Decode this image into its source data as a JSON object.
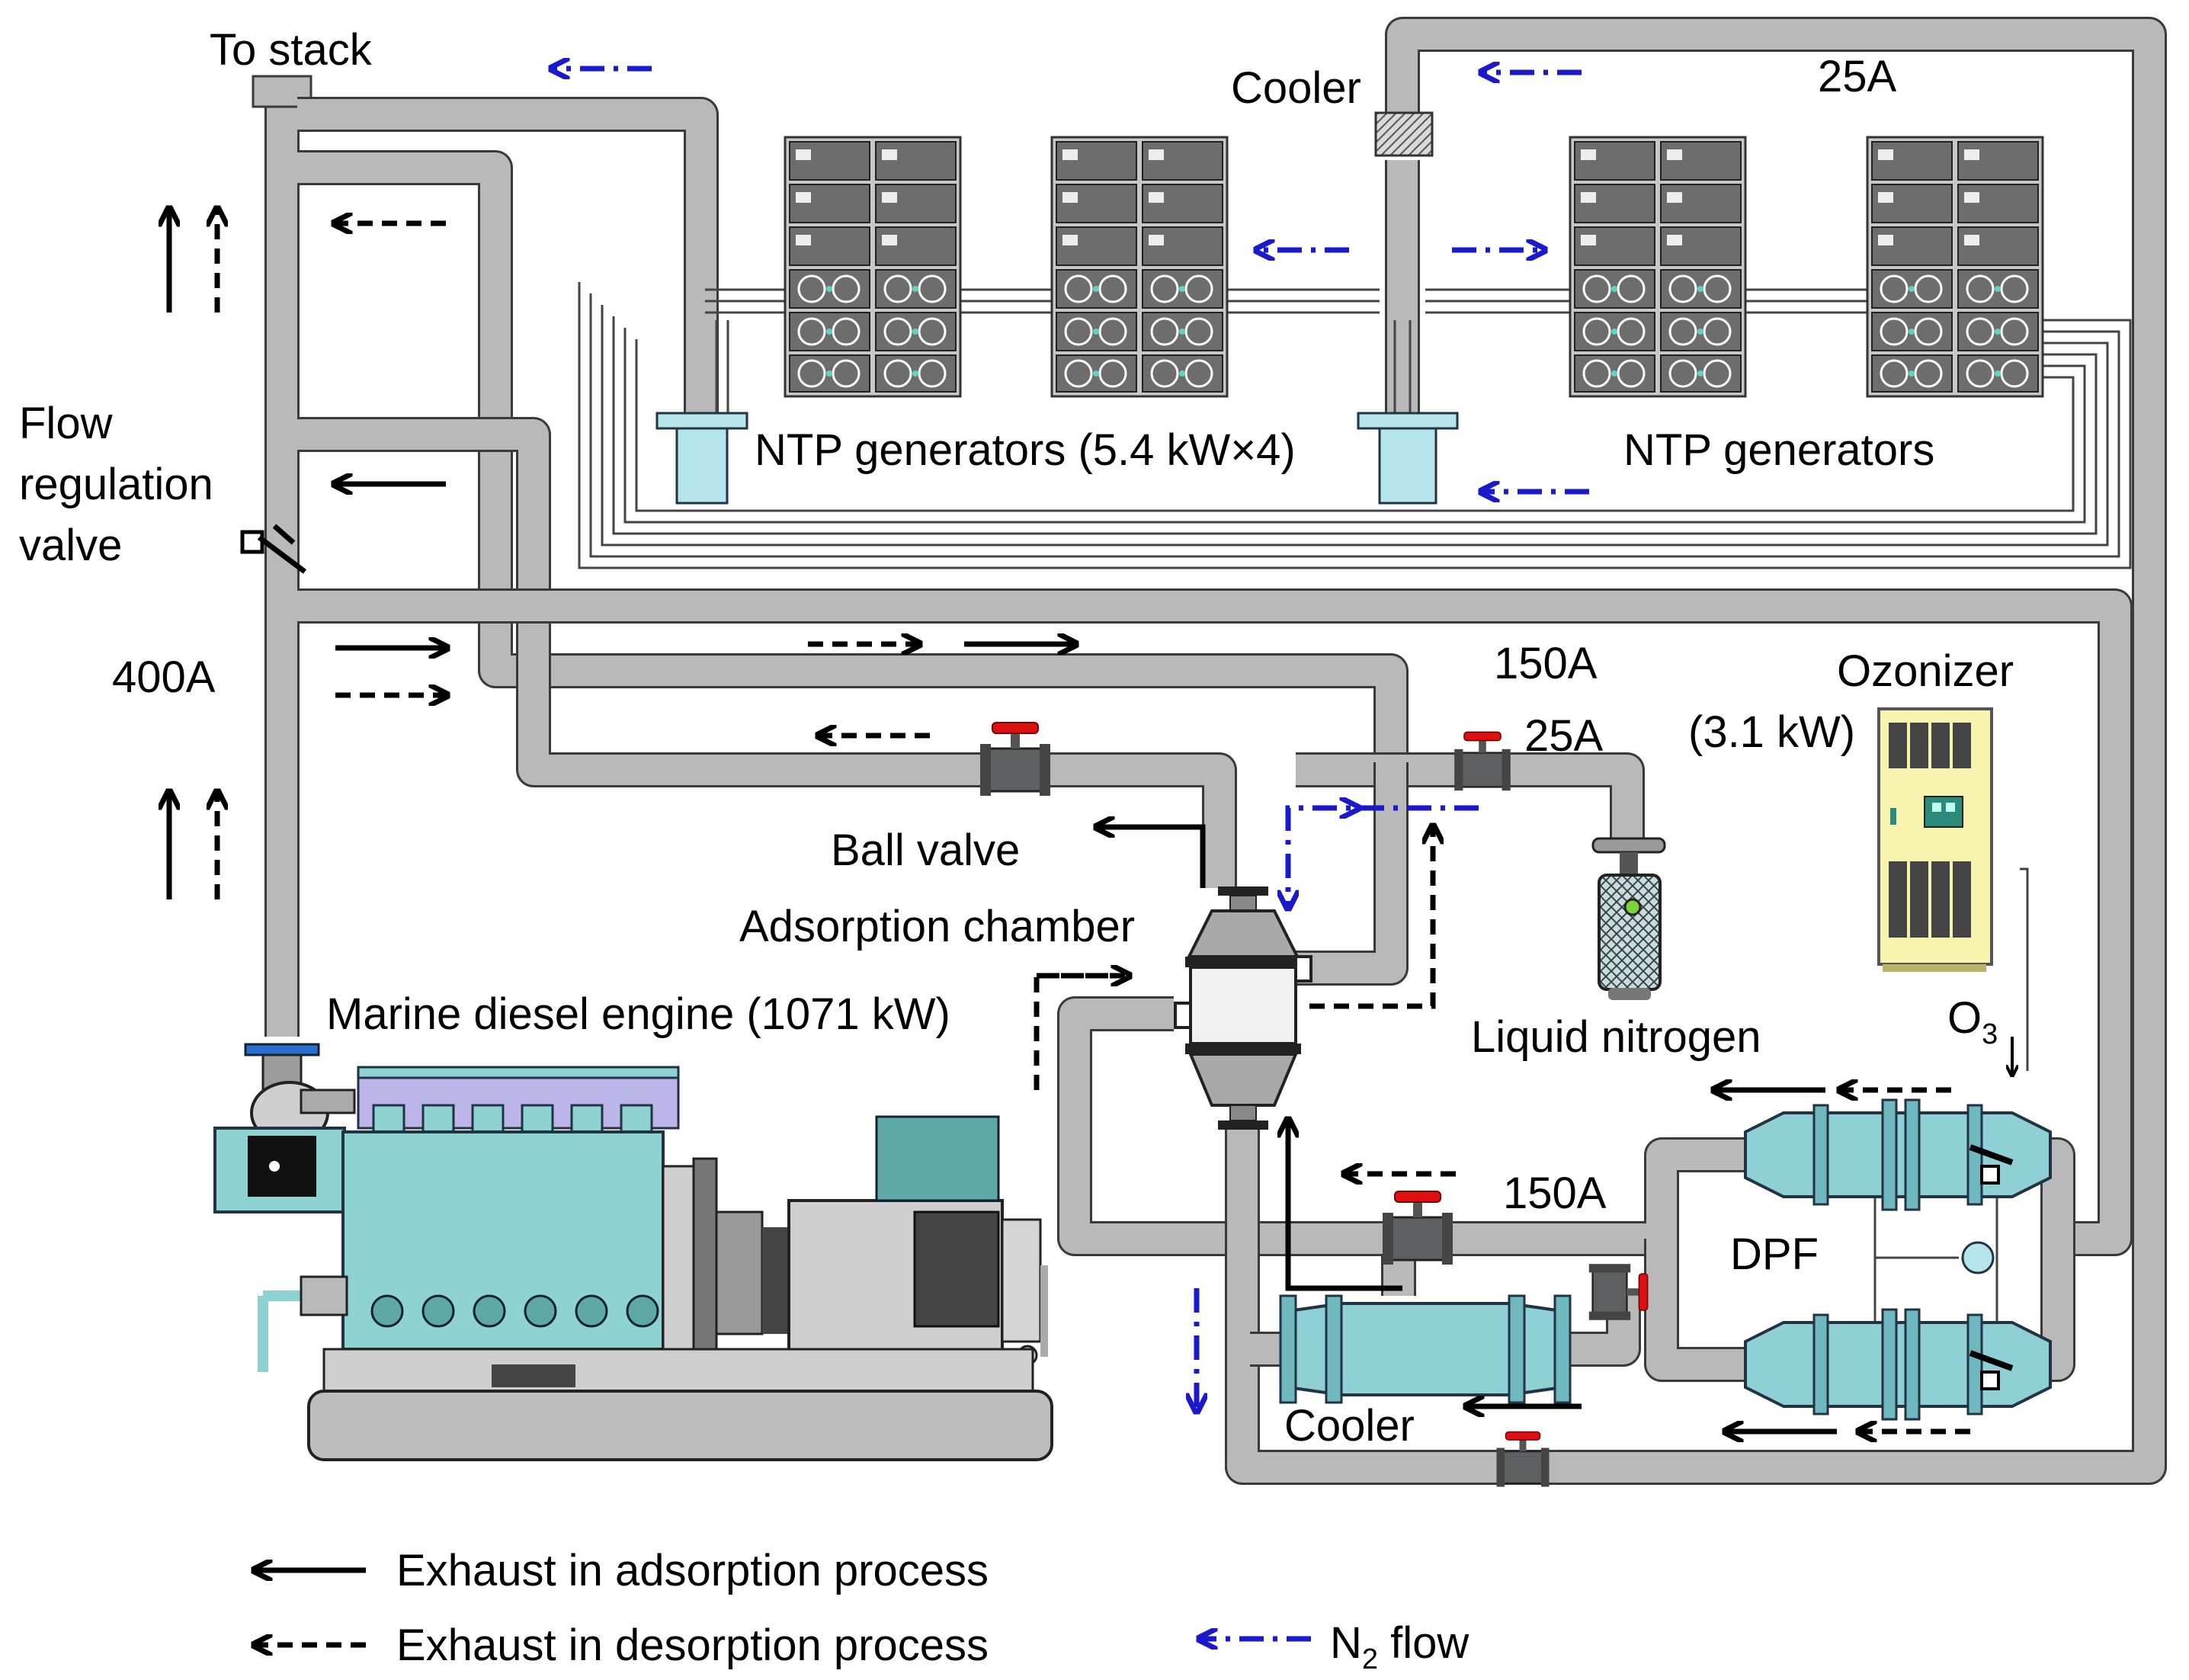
{
  "labels": {
    "to_stack": "To stack",
    "cooler_top": "Cooler",
    "pipe_25a_top": "25A",
    "flow_valve_line1": "Flow",
    "flow_valve_line2": "regulation",
    "flow_valve_line3": "valve",
    "pipe_400a": "400A",
    "ntp_left": "NTP generators (5.4 kW×4)",
    "ntp_right": "NTP generators",
    "pipe_150a_top": "150A",
    "pipe_25a_mid": "25A",
    "ozonizer": "Ozonizer",
    "ozonizer_power": "(3.1 kW)",
    "ball_valve": "Ball valve",
    "adsorption_chamber": "Adsorption chamber",
    "engine": "Marine diesel engine (1071 kW)",
    "liquid_nitrogen": "Liquid nitrogen",
    "o3_main": "O",
    "o3_sub": "3",
    "pipe_150a_bottom": "150A",
    "dpf": "DPF",
    "cooler_bottom": "Cooler"
  },
  "legend": {
    "adsorption": "Exhaust in adsorption process",
    "desorption": "Exhaust in desorption process",
    "n2_main": "N",
    "n2_sub": "2",
    "n2_rest": " flow"
  },
  "colors": {
    "pipe": "#b9b9b9",
    "n2_arrow": "#1a1acc",
    "engine": "#8fd2d2",
    "ozonizer": "#f7f4b0",
    "ntp_tank": "#b4e4ec"
  }
}
